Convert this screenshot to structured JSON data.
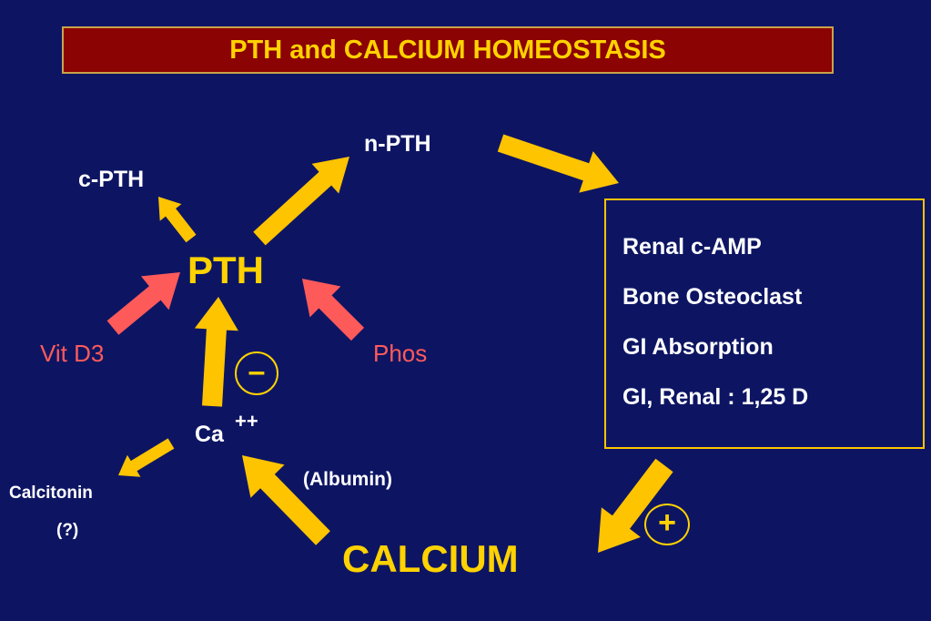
{
  "title": "PTH and CALCIUM HOMEOSTASIS",
  "nodes": {
    "npth": "n-PTH",
    "cpth": "c-PTH",
    "pth": "PTH",
    "vitd3": "Vit D3",
    "phos": "Phos",
    "ca": "Ca",
    "ca_charge": "++",
    "calcitonin": "Calcitonin",
    "calcitonin_note": "(?)",
    "albumin": "(Albumin)",
    "calcium": "CALCIUM"
  },
  "effects": [
    "Renal  c-AMP",
    "Bone Osteoclast",
    "GI Absorption",
    "GI, Renal : 1,25 D"
  ],
  "signs": {
    "negative": "–",
    "positive": "+"
  },
  "colors": {
    "background": "#0d1563",
    "title_bg": "#8b0303",
    "yellow": "#ffd200",
    "arrow_yellow": "#ffc400",
    "arrow_red": "#ff5a5a",
    "white": "#ffffff"
  }
}
